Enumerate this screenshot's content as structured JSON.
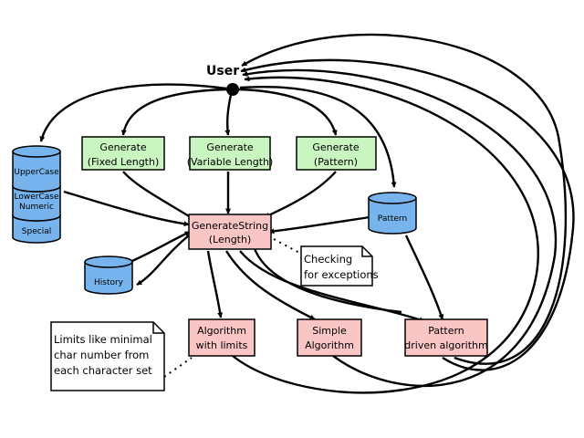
{
  "user": {
    "label": "User"
  },
  "generators": {
    "fixed": {
      "line1": "Generate",
      "line2": "(Fixed Length)"
    },
    "variable": {
      "line1": "Generate",
      "line2": "(Variable Length)"
    },
    "pattern": {
      "line1": "Generate",
      "line2": "(Pattern)"
    }
  },
  "charsets": {
    "uppercase": "UpperCase",
    "lowercase_line1": "LowerCase",
    "lowercase_line2": "Numeric",
    "special": "Special"
  },
  "stores": {
    "pattern": "Pattern",
    "history": "History"
  },
  "core": {
    "line1": "GenerateString",
    "line2": "(Length)"
  },
  "algorithms": {
    "limits": {
      "line1": "Algorithm",
      "line2": "with limits"
    },
    "simple": {
      "line1": "Simple",
      "line2": "Algorithm"
    },
    "pattern": {
      "line1": "Pattern",
      "line2": "driven algorithm"
    }
  },
  "notes": {
    "exceptions": {
      "line1": "Checking",
      "line2": "for exceptions"
    },
    "limits": {
      "line1": "Limits like minimal",
      "line2": "char number from",
      "line3": "each character set"
    }
  },
  "colors": {
    "generator_fill": "#c8f5c0",
    "algorithm_fill": "#f9c5c5",
    "database_fill": "#77b4ee",
    "outline": "#000000"
  }
}
